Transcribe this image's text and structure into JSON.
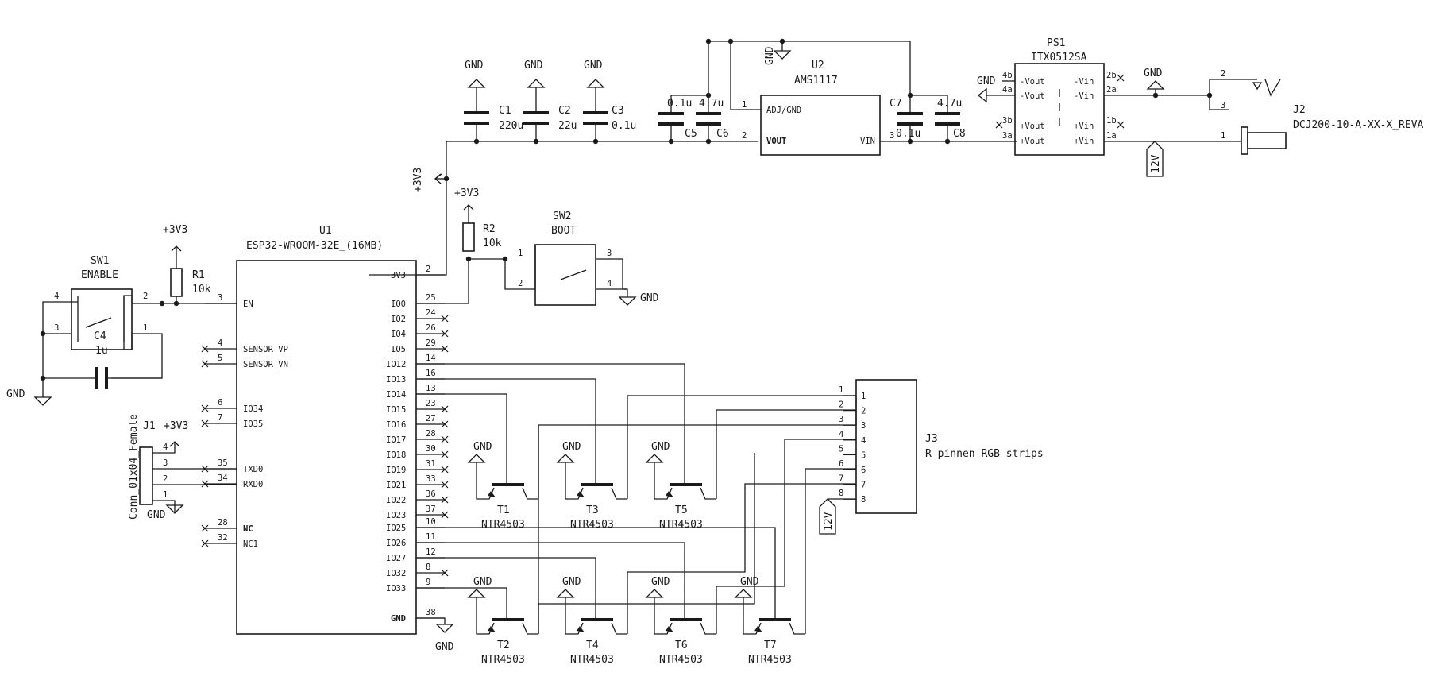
{
  "components": {
    "U1": {
      "ref": "U1",
      "value": "ESP32-WROOM-32E_(16MB)"
    },
    "U2": {
      "ref": "U2",
      "value": "AMS1117"
    },
    "PS1": {
      "ref": "PS1",
      "value": "ITX0512SA"
    },
    "J1": {
      "ref": "J1",
      "value": "Conn_01x04_Female"
    },
    "J2": {
      "ref": "J2",
      "value": "DCJ200-10-A-XX-X_REVA"
    },
    "J3": {
      "ref": "J3",
      "value": "R pinnen RGB strips"
    },
    "SW1": {
      "ref": "SW1",
      "value": "ENABLE"
    },
    "SW2": {
      "ref": "SW2",
      "value": "BOOT"
    },
    "R1": {
      "ref": "R1",
      "value": "10k"
    },
    "R2": {
      "ref": "R2",
      "value": "10k"
    },
    "C1": {
      "ref": "C1",
      "value": "220u"
    },
    "C2": {
      "ref": "C2",
      "value": "22u"
    },
    "C3": {
      "ref": "C3",
      "value": "0.1u"
    },
    "C4": {
      "ref": "C4",
      "value": "1u"
    },
    "C5": {
      "ref": "C5",
      "value": "0.1u"
    },
    "C6": {
      "ref": "C6",
      "value": "4.7u"
    },
    "C7": {
      "ref": "C7",
      "value": "0.1u"
    },
    "C8": {
      "ref": "C8",
      "value": "4.7u"
    },
    "transistor_value": "NTR4503",
    "transistors": [
      "T1",
      "T2",
      "T3",
      "T4",
      "T5",
      "T6",
      "T7"
    ]
  },
  "nets": {
    "gnd": "GND",
    "v33": "+3V3",
    "v12": "12V"
  },
  "u1_left_pins": [
    {
      "name": "EN",
      "num": "3"
    },
    {
      "name": "SENSOR_VP",
      "num": "4"
    },
    {
      "name": "SENSOR_VN",
      "num": "5"
    },
    {
      "name": "IO34",
      "num": "6"
    },
    {
      "name": "IO35",
      "num": "7"
    },
    {
      "name": "TXD0",
      "num": "35"
    },
    {
      "name": "RXD0",
      "num": "34"
    },
    {
      "name": "NC",
      "num": "28"
    },
    {
      "name": "NC1",
      "num": "32"
    }
  ],
  "u1_right_pins": [
    {
      "name": "3V3",
      "num": "2"
    },
    {
      "name": "IO0",
      "num": "25"
    },
    {
      "name": "IO2",
      "num": "24"
    },
    {
      "name": "IO4",
      "num": "26"
    },
    {
      "name": "IO5",
      "num": "29"
    },
    {
      "name": "IO12",
      "num": "14"
    },
    {
      "name": "IO13",
      "num": "16"
    },
    {
      "name": "IO14",
      "num": "13"
    },
    {
      "name": "IO15",
      "num": "23"
    },
    {
      "name": "IO16",
      "num": "27"
    },
    {
      "name": "IO17",
      "num": "28"
    },
    {
      "name": "IO18",
      "num": "30"
    },
    {
      "name": "IO19",
      "num": "31"
    },
    {
      "name": "IO21",
      "num": "33"
    },
    {
      "name": "IO22",
      "num": "36"
    },
    {
      "name": "IO23",
      "num": "37"
    },
    {
      "name": "IO25",
      "num": "10"
    },
    {
      "name": "IO26",
      "num": "11"
    },
    {
      "name": "IO27",
      "num": "12"
    },
    {
      "name": "IO32",
      "num": "8"
    },
    {
      "name": "IO33",
      "num": "9"
    },
    {
      "name": "GND",
      "num": "38"
    }
  ],
  "u2_pins": {
    "adj": "ADJ/GND",
    "vout": "VOUT",
    "vin": "VIN",
    "p1": "1",
    "p2": "2",
    "p3": "3"
  },
  "ps1_pins": [
    {
      "name": "-Vout",
      "num": "4b"
    },
    {
      "name": "-Vout",
      "num": "4a"
    },
    {
      "name": "+Vout",
      "num": "3b"
    },
    {
      "name": "+Vout",
      "num": "3a"
    },
    {
      "name": "-Vin",
      "num": "2b"
    },
    {
      "name": "-Vin",
      "num": "2a"
    },
    {
      "name": "+Vin",
      "num": "1b"
    },
    {
      "name": "+Vin",
      "num": "1a"
    }
  ],
  "j1_pins": [
    "4",
    "3",
    "2",
    "1"
  ],
  "j2_pins": [
    "2",
    "3",
    "1"
  ],
  "j3_pins": [
    "1",
    "2",
    "3",
    "4",
    "5",
    "6",
    "7",
    "8"
  ],
  "sw_pins": [
    "1",
    "2",
    "3",
    "4"
  ]
}
